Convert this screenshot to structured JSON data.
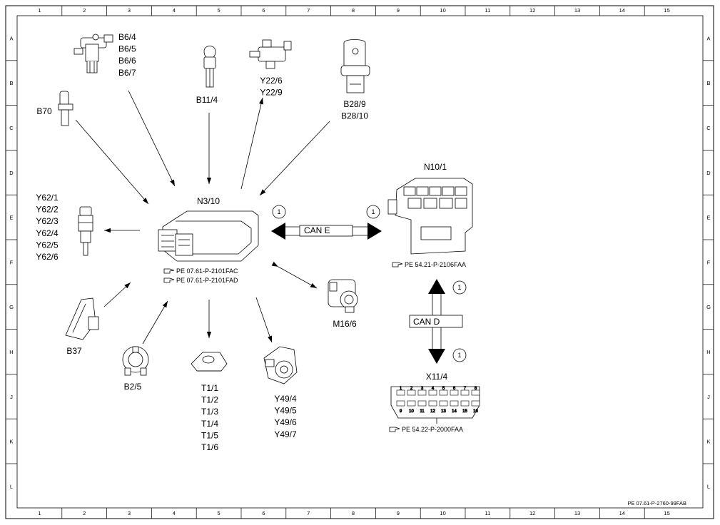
{
  "grid": {
    "columns": [
      "1",
      "2",
      "3",
      "4",
      "5",
      "6",
      "7",
      "8",
      "9",
      "10",
      "11",
      "12",
      "13",
      "14",
      "15"
    ],
    "rows": [
      "A",
      "B",
      "C",
      "D",
      "E",
      "F",
      "G",
      "H",
      "J",
      "K",
      "L"
    ]
  },
  "components": {
    "b6": {
      "labels": [
        "B6/4",
        "B6/5",
        "B6/6",
        "B6/7"
      ]
    },
    "b11": {
      "labels": [
        "B11/4"
      ]
    },
    "y22": {
      "labels": [
        "Y22/6",
        "Y22/9"
      ]
    },
    "b28": {
      "labels": [
        "B28/9",
        "B28/10"
      ]
    },
    "b70": {
      "labels": [
        "B70"
      ]
    },
    "n310": {
      "labels": [
        "N3/10"
      ],
      "refs": [
        "PE 07.61-P-2101FAC",
        "PE 07.61-P-2101FAD"
      ]
    },
    "n101": {
      "labels": [
        "N10/1"
      ],
      "refs": [
        "PE 54.21-P-2106FAA"
      ]
    },
    "y62": {
      "labels": [
        "Y62/1",
        "Y62/2",
        "Y62/3",
        "Y62/4",
        "Y62/5",
        "Y62/6"
      ]
    },
    "m166": {
      "labels": [
        "M16/6"
      ]
    },
    "b37": {
      "labels": [
        "B37"
      ]
    },
    "b25": {
      "labels": [
        "B2/5"
      ]
    },
    "t1": {
      "labels": [
        "T1/1",
        "T1/2",
        "T1/3",
        "T1/4",
        "T1/5",
        "T1/6"
      ]
    },
    "y49": {
      "labels": [
        "Y49/4",
        "Y49/5",
        "Y49/6",
        "Y49/7"
      ]
    },
    "x114": {
      "labels": [
        "X11/4"
      ],
      "refs": [
        "PE 54.22-P-2000FAA"
      ],
      "pins_top": [
        "1",
        "2",
        "3",
        "4",
        "5",
        "6",
        "7",
        "8"
      ],
      "pins_bottom": [
        "9",
        "10",
        "11",
        "12",
        "13",
        "14",
        "15",
        "16"
      ]
    }
  },
  "bus": {
    "can_e": "CAN E",
    "can_d": "CAN D",
    "marker": "1"
  },
  "drawing_number": "PE 07.61-P-2760-99FAB"
}
